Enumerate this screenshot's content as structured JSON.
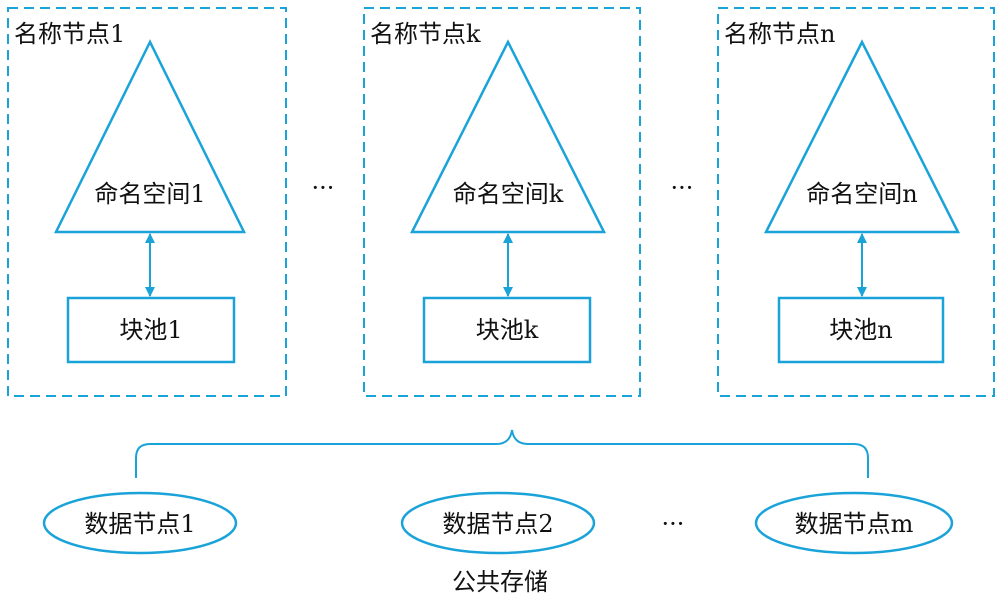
{
  "colors": {
    "line": "#1aa3d9",
    "text": "#111111",
    "background": "#ffffff"
  },
  "name_nodes": [
    {
      "title": "名称节点1",
      "namespace": "命名空间1",
      "block_pool": "块池1"
    },
    {
      "title": "名称节点k",
      "namespace": "命名空间k",
      "block_pool": "块池k"
    },
    {
      "title": "名称节点n",
      "namespace": "命名空间n",
      "block_pool": "块池n"
    }
  ],
  "ellipsis": "···",
  "data_nodes": [
    "数据节点1",
    "数据节点2",
    "数据节点m"
  ],
  "shared_storage_label": "公共存储"
}
